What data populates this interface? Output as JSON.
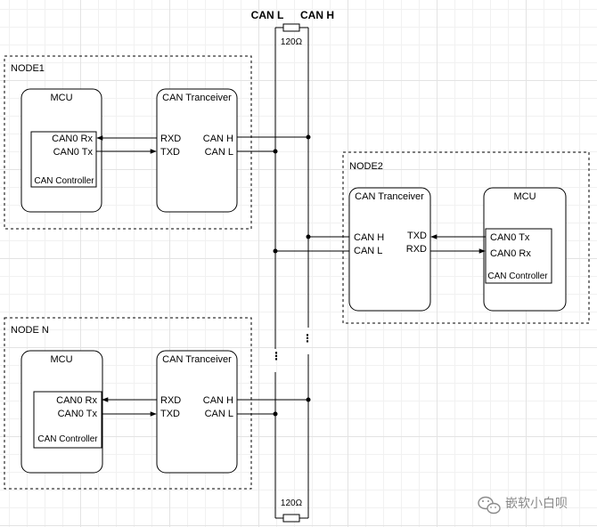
{
  "bus": {
    "can_l_label": "CAN L",
    "can_h_label": "CAN H",
    "terminator_top": "120Ω",
    "terminator_bottom": "120Ω",
    "continuation": "⋮"
  },
  "nodes": [
    {
      "title": "NODE1",
      "mcu": {
        "title": "MCU",
        "pins": [
          "CAN0 Rx",
          "CAN0 Tx"
        ],
        "controller": "CAN Controller"
      },
      "transceiver": {
        "title": "CAN Tranceiver",
        "mcu_side": [
          "RXD",
          "TXD"
        ],
        "bus_side": [
          "CAN H",
          "CAN L"
        ]
      }
    },
    {
      "title": "NODE2",
      "mcu": {
        "title": "MCU",
        "pins": [
          "CAN0 Tx",
          "CAN0 Rx"
        ],
        "controller": "CAN Controller"
      },
      "transceiver": {
        "title": "CAN Tranceiver",
        "mcu_side": [
          "TXD",
          "RXD"
        ],
        "bus_side": [
          "CAN H",
          "CAN L"
        ]
      }
    },
    {
      "title": "NODE N",
      "mcu": {
        "title": "MCU",
        "pins": [
          "CAN0 Rx",
          "CAN0 Tx"
        ],
        "controller": "CAN Controller"
      },
      "transceiver": {
        "title": "CAN Tranceiver",
        "mcu_side": [
          "RXD",
          "TXD"
        ],
        "bus_side": [
          "CAN H",
          "CAN L"
        ]
      }
    }
  ],
  "watermark": {
    "text": "嵌软小白呗",
    "icon": "wechat-icon"
  }
}
